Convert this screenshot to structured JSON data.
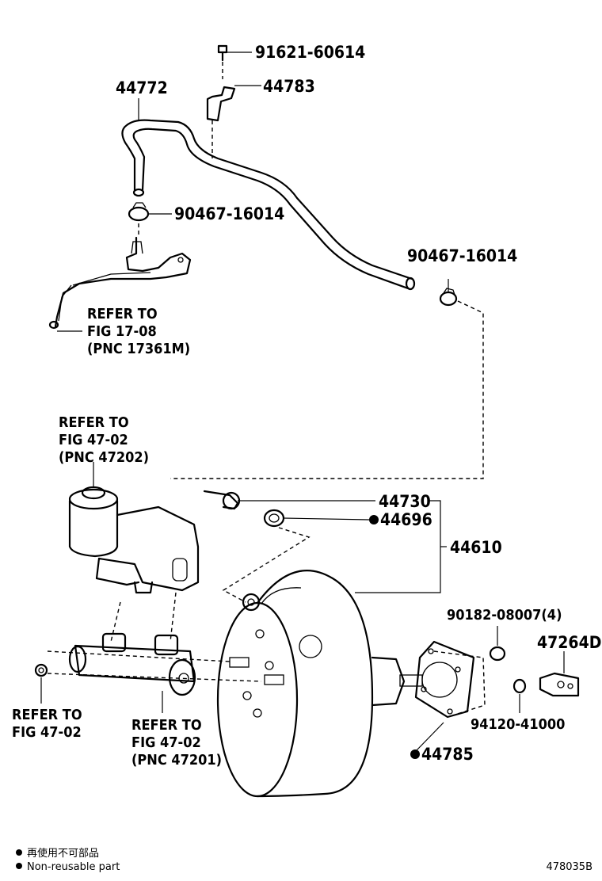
{
  "labels": {
    "bolt_top": "91621-60614",
    "hose_main": "44772",
    "bracket": "44783",
    "clamp_left": "90467-16014",
    "clamp_right": "90467-16014",
    "refer_17_08_line1": "REFER TO",
    "refer_17_08_line2": "FIG 17-08",
    "refer_17_08_line3": "(PNC 17361M)",
    "refer_47202_line1": "REFER TO",
    "refer_47202_line2": "FIG 47-02",
    "refer_47202_line3": "(PNC 47202)",
    "check_valve": "44730",
    "grommet": "44696",
    "booster_assy": "44610",
    "nut_4": "90182-08007(4)",
    "part_47264d": "47264D",
    "nut_94120": "94120-41000",
    "gasket": "44785",
    "refer_47_02_line1": "REFER TO",
    "refer_47_02_line2": "FIG 47-02",
    "refer_47201_line1": "REFER TO",
    "refer_47201_line2": "FIG 47-02",
    "refer_47201_line3": "(PNC 47201)"
  },
  "legend": {
    "line1": "再使用不可部品",
    "line2": "Non-reusable part"
  },
  "figure_id": "478035B"
}
